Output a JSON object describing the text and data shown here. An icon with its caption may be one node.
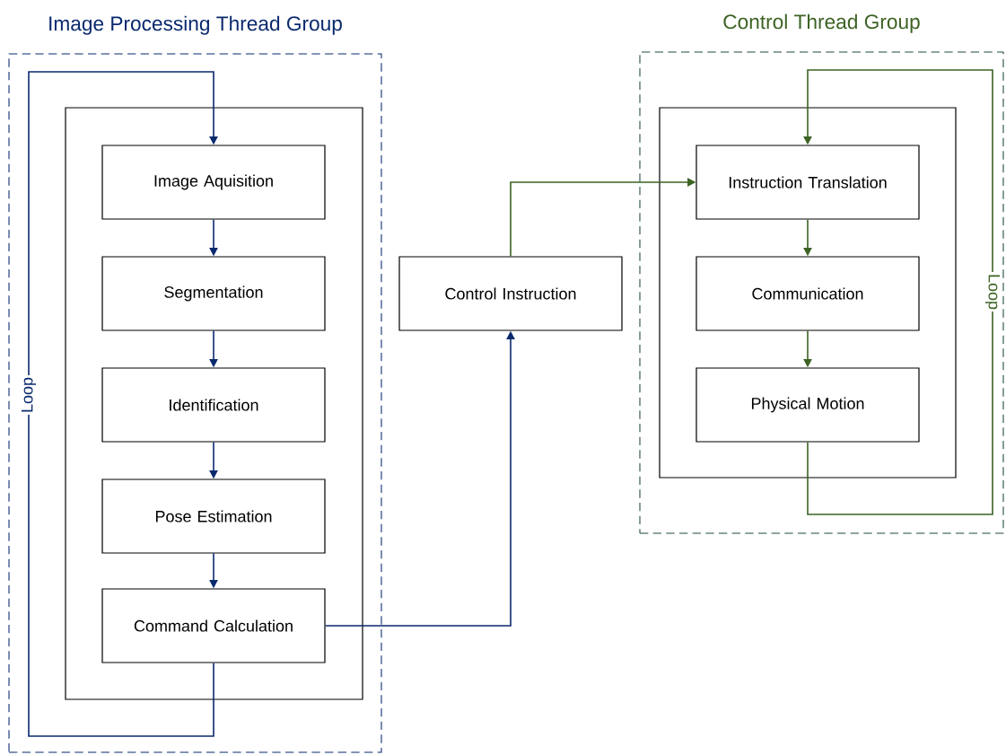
{
  "diagram": {
    "nodes": [
      {
        "text": [
          "Image Processing Thread Group"
        ]
      },
      {
        "text": [],
        "shape": "box",
        "in": 0
      },
      {
        "text": [
          "Image Aquisition"
        ],
        "in": 1
      },
      {
        "text": [
          "Segmentation"
        ],
        "in": 1
      },
      {
        "text": [
          "Identification"
        ],
        "in": 1
      },
      {
        "text": [
          "Pose Estimation"
        ],
        "in": 1
      },
      {
        "text": [
          "Command Calculation"
        ],
        "in": 1
      },
      {
        "text": [
          "Control Instruction"
        ]
      },
      {
        "text": [
          "Control Thread Group"
        ]
      },
      {
        "text": [],
        "shape": "box",
        "in": 8
      },
      {
        "text": [
          "Instruction Translation"
        ],
        "in": 9
      },
      {
        "text": [
          "Communication"
        ],
        "in": 9
      },
      {
        "text": [
          "Physical Motion"
        ],
        "in": 9
      }
    ],
    "edges": [
      {
        "from": 2,
        "to": 3,
        "arrow": "to"
      },
      {
        "from": 3,
        "to": 4,
        "arrow": "to"
      },
      {
        "from": 4,
        "to": 5,
        "arrow": "to"
      },
      {
        "from": 5,
        "to": 6,
        "arrow": "to"
      },
      {
        "from": 6,
        "to": 2,
        "arrow": "to",
        "label": "Loop"
      },
      {
        "from": 6,
        "to": 7,
        "arrow": "to"
      },
      {
        "from": 7,
        "to": 10,
        "arrow": "to",
        "color": "#3d6324"
      },
      {
        "from": 10,
        "to": 11,
        "arrow": "to",
        "color": "#3d6324"
      },
      {
        "from": 11,
        "to": 12,
        "arrow": "to",
        "color": "#3d6324"
      },
      {
        "from": 12,
        "to": 10,
        "arrow": "to",
        "label": "Loop",
        "color": "#3d6324"
      }
    ]
  }
}
